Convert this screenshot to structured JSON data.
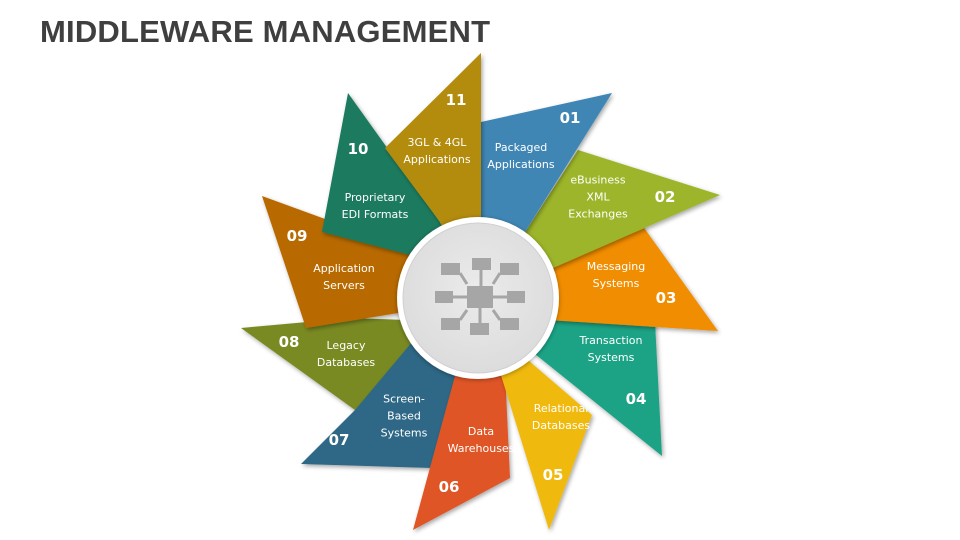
{
  "title": "MIDDLEWARE MANAGEMENT",
  "center_icon": "network-hub-icon",
  "colors": {
    "p01": "#3f86b5",
    "p02": "#9db52a",
    "p03": "#f18d00",
    "p04": "#1fa385",
    "p05": "#f0b90f",
    "p06": "#e05525",
    "p07": "#2e6886",
    "p08": "#7a8a22",
    "p09": "#b86b00",
    "p10": "#1a7a5f",
    "p11": "#b38b0c",
    "center_fill": "#e5e5e5",
    "icon_gray": "#a6a6a6",
    "title": "#3f3f3f"
  },
  "petals": [
    {
      "number": "01",
      "line1": "Packaged",
      "line2": "Applications",
      "line3": ""
    },
    {
      "number": "02",
      "line1": "eBusiness",
      "line2": "XML",
      "line3": "Exchanges"
    },
    {
      "number": "03",
      "line1": "Messaging",
      "line2": "Systems",
      "line3": ""
    },
    {
      "number": "04",
      "line1": "Transaction",
      "line2": "Systems",
      "line3": ""
    },
    {
      "number": "05",
      "line1": "Relational",
      "line2": "Databases",
      "line3": ""
    },
    {
      "number": "06",
      "line1": "Data",
      "line2": "Warehouses",
      "line3": ""
    },
    {
      "number": "07",
      "line1": "Screen-",
      "line2": "Based",
      "line3": "Systems"
    },
    {
      "number": "08",
      "line1": "Legacy",
      "line2": "Databases",
      "line3": ""
    },
    {
      "number": "09",
      "line1": "Application",
      "line2": "Servers",
      "line3": ""
    },
    {
      "number": "10",
      "line1": "Proprietary",
      "line2": "EDI Formats",
      "line3": ""
    },
    {
      "number": "11",
      "line1": "3GL & 4GL",
      "line2": "Applications",
      "line3": ""
    }
  ]
}
